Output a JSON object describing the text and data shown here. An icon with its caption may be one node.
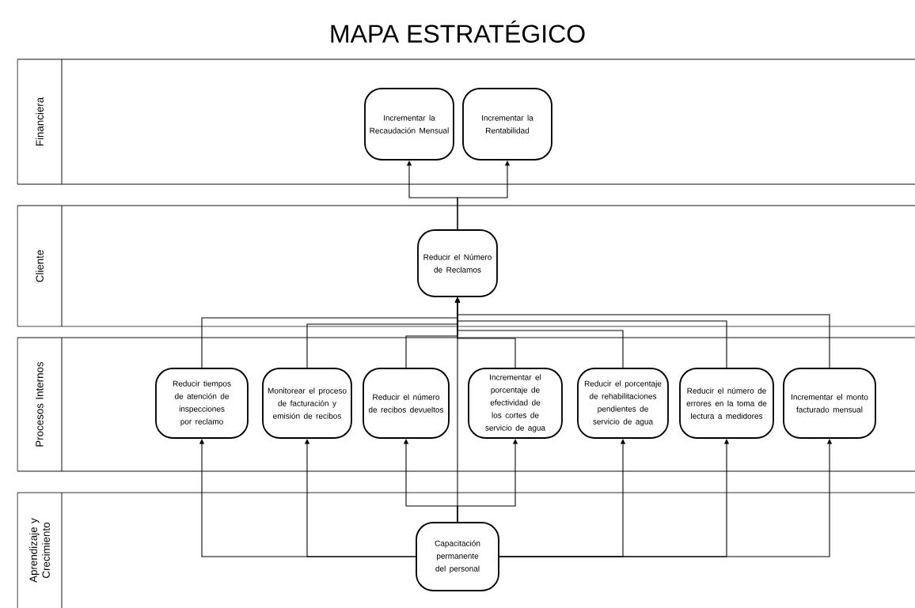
{
  "diagram": {
    "title": "MAPA ESTRATÉGICO",
    "nodes": [
      {
        "text": [
          "Financiera"
        ]
      },
      {
        "text": [
          "Cliente"
        ]
      },
      {
        "text": [
          "Procesos Internos"
        ]
      },
      {
        "text": [
          "Aprendizaje y Crecimiento"
        ]
      },
      {
        "text": [
          "Incrementar la Recaudación Mensual"
        ],
        "in": 0
      },
      {
        "text": [
          "Incrementar la Rentabilidad"
        ],
        "in": 0
      },
      {
        "text": [
          "Reducir el Número de Reclamos"
        ],
        "in": 1
      },
      {
        "text": [
          "Reducir tiempos de atención de inspecciones por reclamo"
        ],
        "in": 2
      },
      {
        "text": [
          "Monitorear el proceso de facturación y emisión de recibos"
        ],
        "in": 2
      },
      {
        "text": [
          "Reducir el número de recibos devueltos"
        ],
        "in": 2
      },
      {
        "text": [
          "Incrementar el porcentaje de efectividad de los cortes de servicio de agua"
        ],
        "in": 2
      },
      {
        "text": [
          "Reducir el porcentaje de rehabilitaciones pendientes de servicio de agua"
        ],
        "in": 2
      },
      {
        "text": [
          "Reducir el número de errores en la toma de lectura a medidores"
        ],
        "in": 2
      },
      {
        "text": [
          "Incrementar el monto facturado mensual"
        ],
        "in": 2
      },
      {
        "text": [
          "Capacitación permanente del personal"
        ],
        "in": 3
      }
    ],
    "edges": [
      {
        "from": 6,
        "to": 4,
        "arrow": "to"
      },
      {
        "from": 6,
        "to": 5,
        "arrow": "to"
      },
      {
        "from": 7,
        "to": 6,
        "arrow": "to"
      },
      {
        "from": 8,
        "to": 6,
        "arrow": "to"
      },
      {
        "from": 9,
        "to": 6,
        "arrow": "to"
      },
      {
        "from": 10,
        "to": 6,
        "arrow": "to"
      },
      {
        "from": 11,
        "to": 6,
        "arrow": "to"
      },
      {
        "from": 12,
        "to": 6,
        "arrow": "to"
      },
      {
        "from": 13,
        "to": 6,
        "arrow": "to"
      },
      {
        "from": 14,
        "to": 7,
        "arrow": "to"
      },
      {
        "from": 14,
        "to": 8,
        "arrow": "to"
      },
      {
        "from": 14,
        "to": 9,
        "arrow": "to"
      },
      {
        "from": 14,
        "to": 10,
        "arrow": "to"
      },
      {
        "from": 14,
        "to": 11,
        "arrow": "to"
      },
      {
        "from": 14,
        "to": 12,
        "arrow": "to"
      },
      {
        "from": 14,
        "to": 13,
        "arrow": "to"
      },
      {
        "from": 14,
        "to": 6,
        "arrow": "to"
      }
    ]
  }
}
